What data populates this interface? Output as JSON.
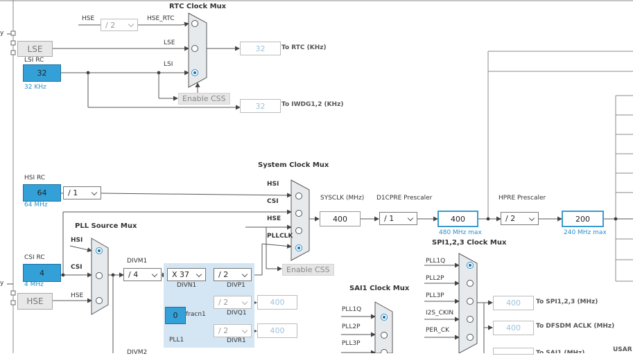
{
  "rtc_mux": {
    "title": "RTC Clock Mux",
    "hse_label": "HSE",
    "hse_div": "/ 2",
    "hse_rtc_label": "HSE_RTC",
    "lse_in_label": "LSE",
    "lsi_in_label": "LSI",
    "to_rtc_value": "32",
    "to_rtc_label": "To RTC (KHz)",
    "enable_css": "Enable CSS",
    "to_iwdg_value": "32",
    "to_iwdg_label": "To IWDG1,2 (KHz)"
  },
  "sources": {
    "lse_label": "LSE",
    "lsi_rc_label": "LSI RC",
    "lsi_value": "32",
    "lsi_freq": "32 KHz",
    "hsi_rc_label": "HSI RC",
    "hsi_value": "64",
    "hsi_freq": "64 MHz",
    "hsi_div": "/ 1",
    "csi_rc_label": "CSI RC",
    "csi_value": "4",
    "csi_freq": "4 MHz",
    "hse_label": "HSE",
    "hse_wire_label": "HSE",
    "edge_text_top": "y",
    "edge_text_bottom": "y"
  },
  "pll_source_mux": {
    "title": "PLL Source Mux",
    "hsi": "HSI",
    "csi": "CSI"
  },
  "pll1": {
    "divm1_label": "DIVM1",
    "divm1_value": "/ 4",
    "divn1_value": "X 37",
    "divn1_label": "DIVN1",
    "divp1_value": "/ 2",
    "divp1_label": "DIVP1",
    "divq1_value": "/ 2",
    "divq1_label": "DIVQ1",
    "divq1_out": "400",
    "divr1_value": "/ 2",
    "divr1_label": "DIVR1",
    "divr1_out": "400",
    "fracn_value": "0",
    "fracn_label": "fracn1",
    "pll_label": "PLL1",
    "divm2_label": "DIVM2"
  },
  "system_mux": {
    "title": "System Clock Mux",
    "hsi": "HSI",
    "csi": "CSI",
    "hse": "HSE",
    "pllclk": "PLLCLK",
    "enable_css": "Enable CSS"
  },
  "sysclk": {
    "label": "SYSCLK (MHz)",
    "value": "400",
    "d1cpre_label": "D1CPRE Prescaler",
    "d1cpre_value": "/ 1",
    "d1_out": "400",
    "d1_max": "480 MHz max",
    "hpre_label": "HPRE Prescaler",
    "hpre_value": "/ 2",
    "hpre_out": "200",
    "hpre_max": "240 MHz max"
  },
  "spi_mux": {
    "title": "SPI1,2,3 Clock Mux",
    "inputs": [
      "PLL1Q",
      "PLL2P",
      "PLL3P",
      "I2S_CKIN",
      "PER_CK"
    ],
    "spi_out": "400",
    "spi_label": "To SPI1,2,3 (MHz)",
    "dfsdm_out": "400",
    "dfsdm_label": "To DFSDM ACLK (MHz)",
    "sai_cut_label": "To SAI1 (MHz)",
    "usart_cut_label": "USAR"
  },
  "sai_mux": {
    "title": "SAI1 Clock Mux",
    "inputs": [
      "PLL1Q",
      "PLL2P",
      "PLL3P"
    ]
  },
  "colors": {
    "accent": "#34a0d8",
    "panel": "#d4e6f4"
  }
}
